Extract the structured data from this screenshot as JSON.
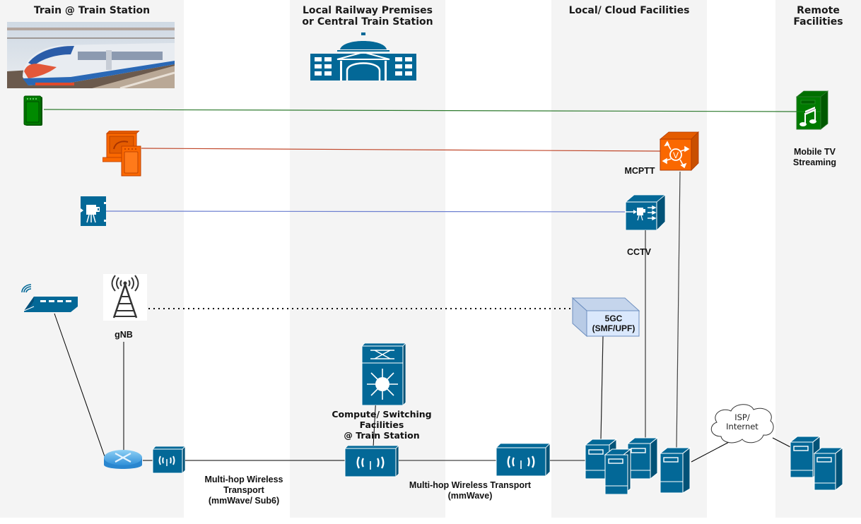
{
  "zones": [
    {
      "id": "train",
      "title": "Train @ Train Station"
    },
    {
      "id": "local-railway",
      "title": "Local Railway Premises\nor Central Train Station"
    },
    {
      "id": "local-cloud",
      "title": "Local/ Cloud Facilities"
    },
    {
      "id": "remote",
      "title": "Remote\nFacilities"
    }
  ],
  "nodes": {
    "train_photo": {
      "label": "train-photo"
    },
    "station_building": {
      "label": "station-building"
    },
    "mobile_tv_device": {
      "label": "mobile-tv-device"
    },
    "mcptt_terminal": {
      "label": "mcptt-terminal"
    },
    "cctv_camera": {
      "label": "cctv-camera"
    },
    "wifi_access_point": {
      "label": "wifi-access-point"
    },
    "gnb": {
      "label": "gNB"
    },
    "train_router": {
      "label": "router"
    },
    "train_radio": {
      "label": "wireless-radio"
    },
    "compute_switch": {
      "label": "Compute/ Switching\nFacilities\n@ Train Station"
    },
    "station_radio": {
      "label": "wireless-radio"
    },
    "cloud_radio": {
      "label": "wireless-radio"
    },
    "mcptt_server": {
      "label": "MCPTT"
    },
    "cctv_server": {
      "label": "CCTV"
    },
    "core_5gc": {
      "label": "5GC\n(SMF/UPF)"
    },
    "mobile_tv_server": {
      "label": "Mobile TV\nStreaming"
    },
    "isp_cloud": {
      "label": "ISP/\nInternet"
    }
  },
  "links": {
    "transport_sub6": {
      "label": "Multi-hop Wireless\nTransport\n(mmWave/ Sub6)"
    },
    "transport_mmwave": {
      "label": "Multi-hop Wireless Transport\n(mmWave)"
    }
  },
  "colors": {
    "cisco_blue": "#036897",
    "mobile_tv_green": "#008a00",
    "mcptt_orange": "#fa6800",
    "cctv_line_blue": "#6c8ebf",
    "core_fill": "#dae8fc",
    "zone_bg": "#f4f4f4"
  }
}
